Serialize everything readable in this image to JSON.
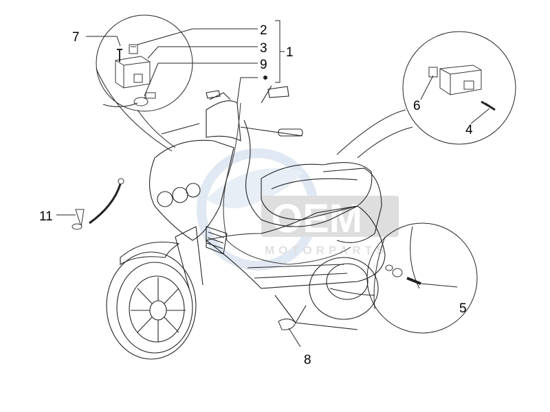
{
  "callouts": [
    {
      "id": "c1",
      "label": "1"
    },
    {
      "id": "c2",
      "label": "2"
    },
    {
      "id": "c3",
      "label": "3"
    },
    {
      "id": "c4",
      "label": "4"
    },
    {
      "id": "c5",
      "label": "5"
    },
    {
      "id": "c6",
      "label": "6"
    },
    {
      "id": "c7",
      "label": "7"
    },
    {
      "id": "c8",
      "label": "8"
    },
    {
      "id": "c9",
      "label": "9"
    },
    {
      "id": "c11",
      "label": "11"
    }
  ],
  "watermark": {
    "brand": "OEM",
    "tagline": "MOTORPARTS",
    "colors": {
      "globe": "#c8d6ea",
      "letters": "#b8b8b8"
    }
  },
  "icons": {
    "scooter": "scooter-illustration",
    "detail_circles": "magnified-detail-circle",
    "bracket": "group-bracket"
  }
}
